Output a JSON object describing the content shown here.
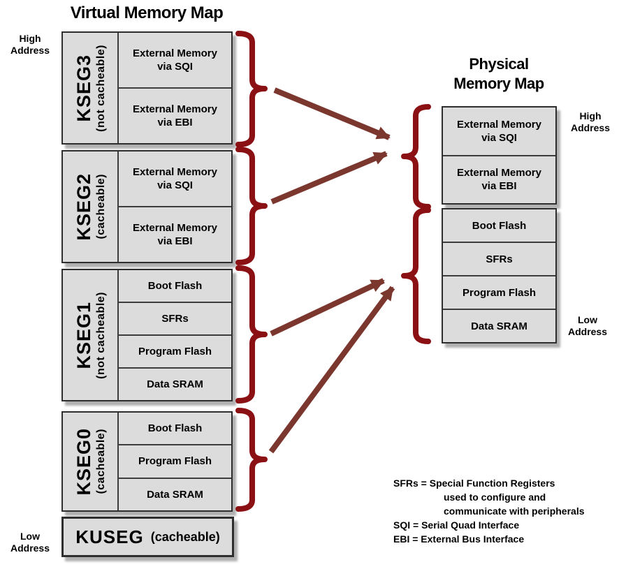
{
  "diagram": {
    "virtual": {
      "title": "Virtual Memory Map",
      "high_address": "High Address",
      "low_address": "Low Address",
      "groups": [
        {
          "name": "KSEG3",
          "attr": "(not cacheable)",
          "cells": [
            "External Memory\nvia SQI",
            "External Memory\nvia EBI"
          ]
        },
        {
          "name": "KSEG2",
          "attr": "(cacheable)",
          "cells": [
            "External Memory\nvia SQI",
            "External Memory\nvia EBI"
          ]
        },
        {
          "name": "KSEG1",
          "attr": "(not cacheable)",
          "cells": [
            "Boot Flash",
            "SFRs",
            "Program Flash",
            "Data SRAM"
          ]
        },
        {
          "name": "KSEG0",
          "attr": "(cacheable)",
          "cells": [
            "Boot Flash",
            "Program Flash",
            "Data SRAM"
          ]
        }
      ],
      "kuseg": {
        "name": "KUSEG",
        "attr": "(cacheable)"
      }
    },
    "physical": {
      "title": "Physical\nMemory Map",
      "high_address": "High Address",
      "low_address": "Low Address",
      "groups": [
        {
          "cells": [
            "External Memory\nvia SQI",
            "External Memory\nvia EBI"
          ]
        },
        {
          "cells": [
            "Boot Flash",
            "SFRs",
            "Program Flash",
            "Data SRAM"
          ]
        }
      ]
    },
    "legend": {
      "lines": [
        {
          "text": "SFRs = Special Function Registers"
        },
        {
          "text": "used to configure and"
        },
        {
          "text": "communicate with peripherals"
        },
        {
          "text": "SQI = Serial Quad Interface"
        },
        {
          "text": "EBI = External Bus Interface"
        }
      ]
    },
    "colors": {
      "brace": "#8B1013",
      "arrow": "#7B362E",
      "box_fill": "#DCDCDC",
      "box_border": "#2E2E2E"
    }
  }
}
